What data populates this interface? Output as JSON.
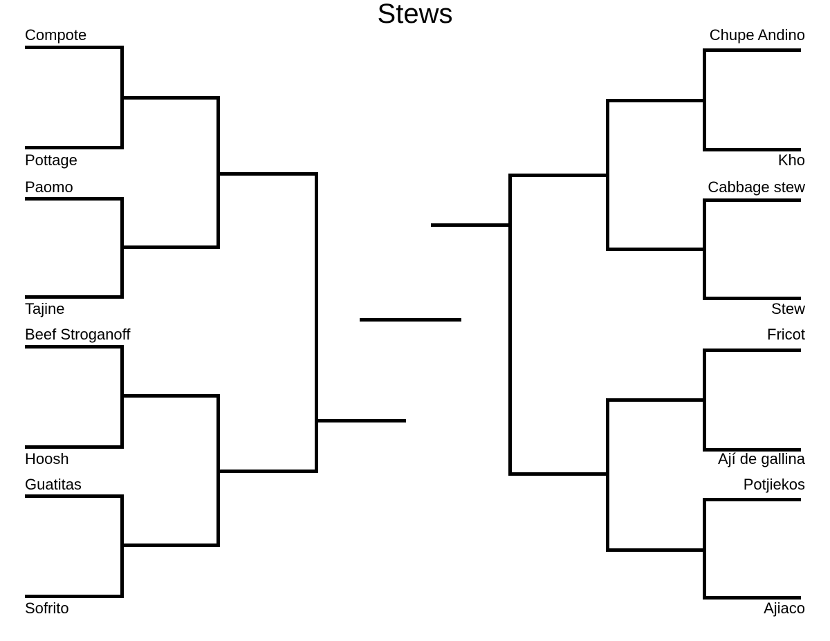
{
  "title": "Stews",
  "colors": {
    "line": "#000000",
    "text": "#000000",
    "background": "#ffffff"
  },
  "bracket": {
    "rounds_per_side": 3,
    "left_entrants": [
      "Compote",
      "Pottage",
      "Paomo",
      "Tajine",
      "Beef Stroganoff",
      "Hoosh",
      "Guatitas",
      "Sofrito"
    ],
    "right_entrants": [
      "Chupe Andino",
      "Kho",
      "Cabbage stew",
      "Stew",
      "Fricot",
      "Ají de gallina",
      "Potjiekos",
      "Ajiaco"
    ]
  }
}
